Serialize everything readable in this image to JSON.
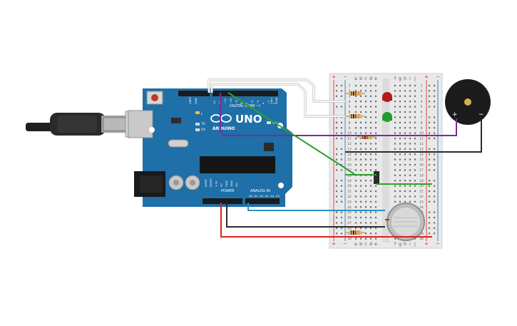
{
  "board": {
    "logo": "UNO",
    "brand": "ARDUINO",
    "digital_label": "DIGITAL (PWM ~)",
    "power_label": "POWER",
    "analog_label": "ANALOG IN",
    "led_l": "L",
    "led_tx": "TX",
    "led_rx": "RX",
    "led_on": "ON",
    "aref": "AREF",
    "gnd": "GND",
    "tx_pin": "TX▸1",
    "rx_pin": "RX◂0",
    "power_pins": [
      "IOREF",
      "RESET",
      "3.3V",
      "5V",
      "GND",
      "GND",
      "Vin"
    ],
    "analog_pins": [
      "A0",
      "A1",
      "A2",
      "A3",
      "A4",
      "A5"
    ],
    "digital_pins": [
      "13",
      "12",
      "~11",
      "~10",
      "~9",
      "8",
      "7",
      "~6",
      "~5",
      "4",
      "~3",
      "2"
    ]
  },
  "breadboard": {
    "cols_left": [
      "a",
      "b",
      "c",
      "d",
      "e"
    ],
    "cols_right": [
      "f",
      "g",
      "h",
      "i",
      "j"
    ],
    "rows": [
      "1",
      "2",
      "3",
      "4",
      "5",
      "6",
      "7",
      "8",
      "9",
      "10",
      "11",
      "12",
      "13",
      "14",
      "15",
      "16",
      "17",
      "18",
      "19",
      "20",
      "21",
      "22",
      "23",
      "24",
      "25",
      "26",
      "27",
      "28",
      "29",
      "30"
    ],
    "plus": "+",
    "minus": "−"
  },
  "buzzer": {
    "plus": "+",
    "minus": "−"
  },
  "colors": {
    "board": "#1f6fa8",
    "breadboard": "#e9e9e9",
    "wire_red": "#e0201b",
    "wire_black": "#2b2b2b",
    "wire_green": "#2ca02c",
    "wire_purple": "#7a2c9a",
    "wire_blue": "#2a8fc9",
    "wire_white": "#f4f4f4"
  }
}
